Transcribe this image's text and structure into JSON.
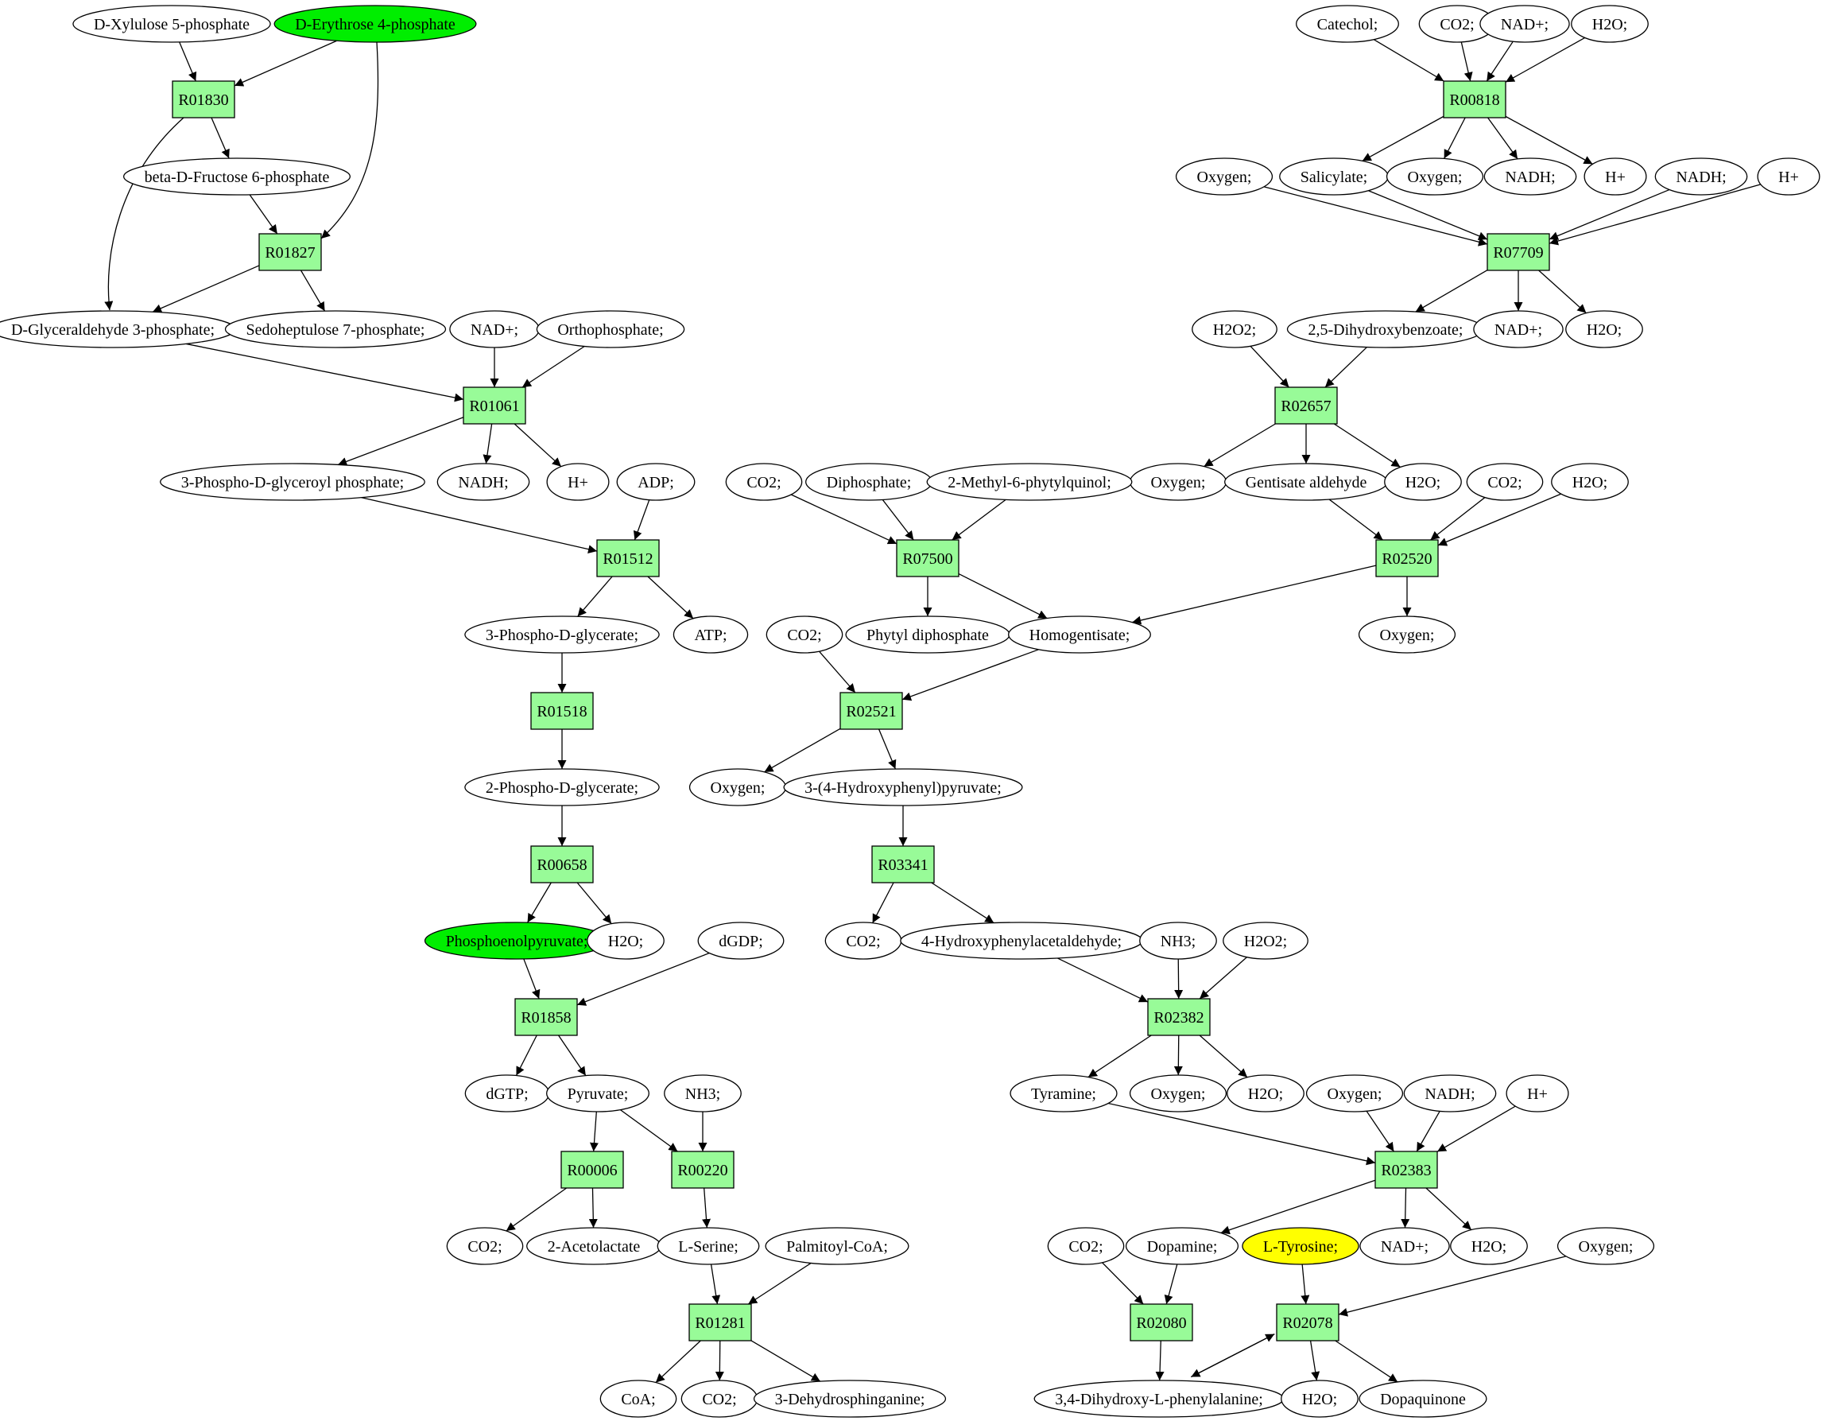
{
  "colors": {
    "reaction_fill": "#98fb98",
    "highlight_green": "#00ee00",
    "highlight_yellow": "#ffff00",
    "compound_fill": "#ffffff",
    "stroke": "#000000"
  },
  "nodes": [
    {
      "id": "xylulose5p",
      "kind": "compound",
      "label": "D-Xylulose 5-phosphate"
    },
    {
      "id": "erythrose4p",
      "kind": "compound",
      "label": "D-Erythrose 4-phosphate",
      "highlight": "green"
    },
    {
      "id": "R01830",
      "kind": "reaction",
      "label": "R01830"
    },
    {
      "id": "bfructose6p",
      "kind": "compound",
      "label": "beta-D-Fructose 6-phosphate"
    },
    {
      "id": "R01827",
      "kind": "reaction",
      "label": "R01827"
    },
    {
      "id": "g3p",
      "kind": "compound",
      "label": "D-Glyceraldehyde 3-phosphate;"
    },
    {
      "id": "sedo7p",
      "kind": "compound",
      "label": "Sedoheptulose 7-phosphate;"
    },
    {
      "id": "nad_1061",
      "kind": "compound",
      "label": "NAD+;"
    },
    {
      "id": "orthophos",
      "kind": "compound",
      "label": "Orthophosphate;"
    },
    {
      "id": "R01061",
      "kind": "reaction",
      "label": "R01061"
    },
    {
      "id": "pgp",
      "kind": "compound",
      "label": "3-Phospho-D-glyceroyl phosphate;"
    },
    {
      "id": "nadh_1061",
      "kind": "compound",
      "label": "NADH;"
    },
    {
      "id": "h_1061",
      "kind": "compound",
      "label": "H+"
    },
    {
      "id": "adp",
      "kind": "compound",
      "label": "ADP;"
    },
    {
      "id": "R01512",
      "kind": "reaction",
      "label": "R01512"
    },
    {
      "id": "pg3",
      "kind": "compound",
      "label": "3-Phospho-D-glycerate;"
    },
    {
      "id": "atp",
      "kind": "compound",
      "label": "ATP;"
    },
    {
      "id": "R01518",
      "kind": "reaction",
      "label": "R01518"
    },
    {
      "id": "pg2",
      "kind": "compound",
      "label": "2-Phospho-D-glycerate;"
    },
    {
      "id": "R00658",
      "kind": "reaction",
      "label": "R00658"
    },
    {
      "id": "pep",
      "kind": "compound",
      "label": "Phosphoenolpyruvate;",
      "highlight": "green"
    },
    {
      "id": "h2o_658",
      "kind": "compound",
      "label": "H2O;"
    },
    {
      "id": "dgdp",
      "kind": "compound",
      "label": "dGDP;"
    },
    {
      "id": "R01858",
      "kind": "reaction",
      "label": "R01858"
    },
    {
      "id": "dgtp",
      "kind": "compound",
      "label": "dGTP;"
    },
    {
      "id": "pyruvate",
      "kind": "compound",
      "label": "Pyruvate;"
    },
    {
      "id": "nh3_220",
      "kind": "compound",
      "label": "NH3;"
    },
    {
      "id": "R00006",
      "kind": "reaction",
      "label": "R00006"
    },
    {
      "id": "R00220",
      "kind": "reaction",
      "label": "R00220"
    },
    {
      "id": "co2_006",
      "kind": "compound",
      "label": "CO2;"
    },
    {
      "id": "acetolactate",
      "kind": "compound",
      "label": "2-Acetolactate"
    },
    {
      "id": "lserine",
      "kind": "compound",
      "label": "L-Serine;"
    },
    {
      "id": "palmitoylcoa",
      "kind": "compound",
      "label": "Palmitoyl-CoA;"
    },
    {
      "id": "R01281",
      "kind": "reaction",
      "label": "R01281"
    },
    {
      "id": "coa",
      "kind": "compound",
      "label": "CoA;"
    },
    {
      "id": "co2_1281",
      "kind": "compound",
      "label": "CO2;"
    },
    {
      "id": "dehydrosph",
      "kind": "compound",
      "label": "3-Dehydrosphinganine;"
    },
    {
      "id": "catechol",
      "kind": "compound",
      "label": "Catechol;"
    },
    {
      "id": "co2_818",
      "kind": "compound",
      "label": "CO2;"
    },
    {
      "id": "nad_818",
      "kind": "compound",
      "label": "NAD+;"
    },
    {
      "id": "h2o_818",
      "kind": "compound",
      "label": "H2O;"
    },
    {
      "id": "R00818",
      "kind": "reaction",
      "label": "R00818"
    },
    {
      "id": "oxygen_a",
      "kind": "compound",
      "label": "Oxygen;"
    },
    {
      "id": "salicylate",
      "kind": "compound",
      "label": "Salicylate;"
    },
    {
      "id": "oxygen_b",
      "kind": "compound",
      "label": "Oxygen;"
    },
    {
      "id": "nadh_818",
      "kind": "compound",
      "label": "NADH;"
    },
    {
      "id": "h_818",
      "kind": "compound",
      "label": "H+"
    },
    {
      "id": "nadh_7709",
      "kind": "compound",
      "label": "NADH;"
    },
    {
      "id": "h_7709",
      "kind": "compound",
      "label": "H+"
    },
    {
      "id": "R07709",
      "kind": "reaction",
      "label": "R07709"
    },
    {
      "id": "h2o2_2657",
      "kind": "compound",
      "label": "H2O2;"
    },
    {
      "id": "dhb",
      "kind": "compound",
      "label": "2,5-Dihydroxybenzoate;"
    },
    {
      "id": "nad_7709",
      "kind": "compound",
      "label": "NAD+;"
    },
    {
      "id": "h2o_7709",
      "kind": "compound",
      "label": "H2O;"
    },
    {
      "id": "R02657",
      "kind": "reaction",
      "label": "R02657"
    },
    {
      "id": "oxygen_2657",
      "kind": "compound",
      "label": "Oxygen;"
    },
    {
      "id": "gentisald",
      "kind": "compound",
      "label": "Gentisate aldehyde"
    },
    {
      "id": "h2o_2657",
      "kind": "compound",
      "label": "H2O;"
    },
    {
      "id": "co2_2520",
      "kind": "compound",
      "label": "CO2;"
    },
    {
      "id": "h2o_2520",
      "kind": "compound",
      "label": "H2O;"
    },
    {
      "id": "R02520",
      "kind": "reaction",
      "label": "R02520"
    },
    {
      "id": "oxygen_2520",
      "kind": "compound",
      "label": "Oxygen;"
    },
    {
      "id": "co2_7500",
      "kind": "compound",
      "label": "CO2;"
    },
    {
      "id": "diphosphate",
      "kind": "compound",
      "label": "Diphosphate;"
    },
    {
      "id": "mpq",
      "kind": "compound",
      "label": "2-Methyl-6-phytylquinol;"
    },
    {
      "id": "R07500",
      "kind": "reaction",
      "label": "R07500"
    },
    {
      "id": "phytyldp",
      "kind": "compound",
      "label": "Phytyl diphosphate"
    },
    {
      "id": "homogentisate",
      "kind": "compound",
      "label": "Homogentisate;"
    },
    {
      "id": "co2_2521",
      "kind": "compound",
      "label": "CO2;"
    },
    {
      "id": "R02521",
      "kind": "reaction",
      "label": "R02521"
    },
    {
      "id": "oxygen_2521",
      "kind": "compound",
      "label": "Oxygen;"
    },
    {
      "id": "hpp",
      "kind": "compound",
      "label": "3-(4-Hydroxyphenyl)pyruvate;"
    },
    {
      "id": "R03341",
      "kind": "reaction",
      "label": "R03341"
    },
    {
      "id": "co2_3341",
      "kind": "compound",
      "label": "CO2;"
    },
    {
      "id": "hpaa",
      "kind": "compound",
      "label": "4-Hydroxyphenylacetaldehyde;"
    },
    {
      "id": "nh3_2382",
      "kind": "compound",
      "label": "NH3;"
    },
    {
      "id": "h2o2_2382",
      "kind": "compound",
      "label": "H2O2;"
    },
    {
      "id": "R02382",
      "kind": "reaction",
      "label": "R02382"
    },
    {
      "id": "tyramine",
      "kind": "compound",
      "label": "Tyramine;"
    },
    {
      "id": "oxygen_2382",
      "kind": "compound",
      "label": "Oxygen;"
    },
    {
      "id": "h2o_2382",
      "kind": "compound",
      "label": "H2O;"
    },
    {
      "id": "oxygen_2383",
      "kind": "compound",
      "label": "Oxygen;"
    },
    {
      "id": "nadh_2383",
      "kind": "compound",
      "label": "NADH;"
    },
    {
      "id": "h_2383",
      "kind": "compound",
      "label": "H+"
    },
    {
      "id": "R02383",
      "kind": "reaction",
      "label": "R02383"
    },
    {
      "id": "co2_2080",
      "kind": "compound",
      "label": "CO2;"
    },
    {
      "id": "dopamine",
      "kind": "compound",
      "label": "Dopamine;"
    },
    {
      "id": "ltyrosine",
      "kind": "compound",
      "label": "L-Tyrosine;",
      "highlight": "yellow"
    },
    {
      "id": "nad_2383",
      "kind": "compound",
      "label": "NAD+;"
    },
    {
      "id": "h2o_2383",
      "kind": "compound",
      "label": "H2O;"
    },
    {
      "id": "oxygen_2078",
      "kind": "compound",
      "label": "Oxygen;"
    },
    {
      "id": "R02080",
      "kind": "reaction",
      "label": "R02080"
    },
    {
      "id": "R02078",
      "kind": "reaction",
      "label": "R02078"
    },
    {
      "id": "ldopa",
      "kind": "compound",
      "label": "3,4-Dihydroxy-L-phenylalanine;"
    },
    {
      "id": "h2o_2078",
      "kind": "compound",
      "label": "H2O;"
    },
    {
      "id": "dopaquinone",
      "kind": "compound",
      "label": "Dopaquinone"
    }
  ],
  "edges": [
    [
      "xylulose5p",
      "R01830"
    ],
    [
      "erythrose4p",
      "R01830"
    ],
    [
      "erythrose4p",
      "R01827"
    ],
    [
      "R01830",
      "bfructose6p"
    ],
    [
      "R01830",
      "g3p"
    ],
    [
      "bfructose6p",
      "R01827"
    ],
    [
      "R01827",
      "g3p"
    ],
    [
      "R01827",
      "sedo7p"
    ],
    [
      "g3p",
      "R01061"
    ],
    [
      "nad_1061",
      "R01061"
    ],
    [
      "orthophos",
      "R01061"
    ],
    [
      "R01061",
      "pgp"
    ],
    [
      "R01061",
      "nadh_1061"
    ],
    [
      "R01061",
      "h_1061"
    ],
    [
      "pgp",
      "R01512"
    ],
    [
      "adp",
      "R01512"
    ],
    [
      "R01512",
      "pg3"
    ],
    [
      "R01512",
      "atp"
    ],
    [
      "pg3",
      "R01518"
    ],
    [
      "R01518",
      "pg2"
    ],
    [
      "pg2",
      "R00658"
    ],
    [
      "R00658",
      "pep"
    ],
    [
      "R00658",
      "h2o_658"
    ],
    [
      "pep",
      "R01858"
    ],
    [
      "dgdp",
      "R01858"
    ],
    [
      "R01858",
      "dgtp"
    ],
    [
      "R01858",
      "pyruvate"
    ],
    [
      "pyruvate",
      "R00006"
    ],
    [
      "pyruvate",
      "R00220"
    ],
    [
      "nh3_220",
      "R00220"
    ],
    [
      "R00006",
      "co2_006"
    ],
    [
      "R00006",
      "acetolactate"
    ],
    [
      "R00220",
      "lserine"
    ],
    [
      "lserine",
      "R01281"
    ],
    [
      "palmitoylcoa",
      "R01281"
    ],
    [
      "R01281",
      "coa"
    ],
    [
      "R01281",
      "co2_1281"
    ],
    [
      "R01281",
      "dehydrosph"
    ],
    [
      "catechol",
      "R00818"
    ],
    [
      "co2_818",
      "R00818"
    ],
    [
      "nad_818",
      "R00818"
    ],
    [
      "h2o_818",
      "R00818"
    ],
    [
      "R00818",
      "salicylate"
    ],
    [
      "R00818",
      "oxygen_b"
    ],
    [
      "R00818",
      "nadh_818"
    ],
    [
      "R00818",
      "h_818"
    ],
    [
      "oxygen_a",
      "R07709"
    ],
    [
      "salicylate",
      "R07709"
    ],
    [
      "nadh_7709",
      "R07709"
    ],
    [
      "h_7709",
      "R07709"
    ],
    [
      "R07709",
      "dhb"
    ],
    [
      "R07709",
      "nad_7709"
    ],
    [
      "R07709",
      "h2o_7709"
    ],
    [
      "h2o2_2657",
      "R02657"
    ],
    [
      "dhb",
      "R02657"
    ],
    [
      "R02657",
      "oxygen_2657"
    ],
    [
      "R02657",
      "gentisald"
    ],
    [
      "R02657",
      "h2o_2657"
    ],
    [
      "gentisald",
      "R02520"
    ],
    [
      "co2_2520",
      "R02520"
    ],
    [
      "h2o_2520",
      "R02520"
    ],
    [
      "R02520",
      "homogentisate"
    ],
    [
      "R02520",
      "oxygen_2520"
    ],
    [
      "co2_7500",
      "R07500"
    ],
    [
      "diphosphate",
      "R07500"
    ],
    [
      "mpq",
      "R07500"
    ],
    [
      "R07500",
      "phytyldp"
    ],
    [
      "R07500",
      "homogentisate"
    ],
    [
      "homogentisate",
      "R02521"
    ],
    [
      "co2_2521",
      "R02521"
    ],
    [
      "R02521",
      "oxygen_2521"
    ],
    [
      "R02521",
      "hpp"
    ],
    [
      "hpp",
      "R03341"
    ],
    [
      "R03341",
      "co2_3341"
    ],
    [
      "R03341",
      "hpaa"
    ],
    [
      "hpaa",
      "R02382"
    ],
    [
      "nh3_2382",
      "R02382"
    ],
    [
      "h2o2_2382",
      "R02382"
    ],
    [
      "R02382",
      "tyramine"
    ],
    [
      "R02382",
      "oxygen_2382"
    ],
    [
      "R02382",
      "h2o_2382"
    ],
    [
      "tyramine",
      "R02383"
    ],
    [
      "oxygen_2383",
      "R02383"
    ],
    [
      "nadh_2383",
      "R02383"
    ],
    [
      "h_2383",
      "R02383"
    ],
    [
      "R02383",
      "dopamine"
    ],
    [
      "R02383",
      "nad_2383"
    ],
    [
      "R02383",
      "h2o_2383"
    ],
    [
      "co2_2080",
      "R02080"
    ],
    [
      "dopamine",
      "R02080"
    ],
    [
      "R02080",
      "ldopa"
    ],
    [
      "ltyrosine",
      "R02078"
    ],
    [
      "oxygen_2078",
      "R02078"
    ],
    [
      "ldopa",
      "R02078"
    ],
    [
      "R02078",
      "ldopa"
    ],
    [
      "R02078",
      "h2o_2078"
    ],
    [
      "R02078",
      "dopaquinone"
    ]
  ]
}
